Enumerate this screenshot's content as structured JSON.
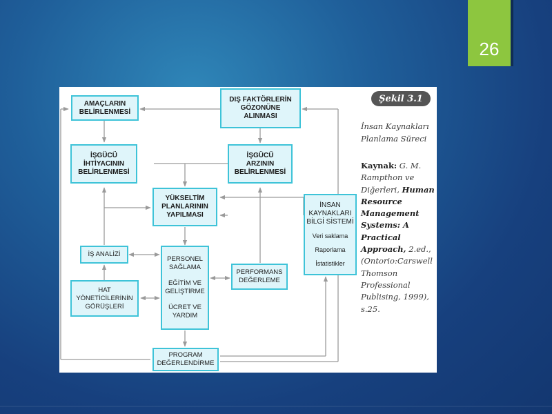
{
  "slide": {
    "page_number": "26",
    "colors": {
      "background": "#1f5f9a",
      "badge": "#8dc63f",
      "box_fill": "#dff5fa",
      "box_border": "#3ec3d8",
      "arrow": "#9a9a9a"
    }
  },
  "figure": {
    "label": "Şekil 3.1",
    "title_lines": [
      "İnsan Kaynakları",
      "Planlama Süreci"
    ],
    "source": {
      "kaynak_label": "Kaynak:",
      "authors_1": " G. M.",
      "authors_2": "Rampthon ve",
      "authors_3": "Diğerleri, ",
      "book_1": "Human",
      "book_2": "Resource",
      "book_3": "Management",
      "book_4": "Systems: A",
      "book_5": "Practical",
      "book_6": "Approach,",
      "edition": " 2.ed.,",
      "publisher_1": "(Ontorio:Carswell",
      "publisher_2": "Thomson",
      "publisher_3": "Professional",
      "publisher_4": "Publising, 1999),",
      "pages": "s.25."
    },
    "boxes": {
      "amaclarin": [
        "AMAÇLARIN",
        "BELİRLENMESİ"
      ],
      "dis_faktorler": [
        "DIŞ FAKTÖRLERİN",
        "GÖZONÜNE",
        "ALINMASI"
      ],
      "isgucu_ihtiyac": [
        "İŞGÜCÜ",
        "İHTİYACININ",
        "BELİRLENMESİ"
      ],
      "isgucu_arz": [
        "İŞGÜCÜ",
        "ARZININ",
        "BELİRLENMESİ"
      ],
      "yukseltim": [
        "YÜKSELTİM",
        "PLANLARININ",
        "YAPILMASI"
      ],
      "insan_kaynaklari": {
        "title": [
          "İNSAN",
          "KAYNAKLARI",
          "BİLGİ SİSTEMİ"
        ],
        "items": [
          "Veri saklama",
          "Raporlama",
          "İstatistikler"
        ]
      },
      "is_analizi": [
        "İŞ ANALİZİ"
      ],
      "hat_yoneticileri": [
        "HAT",
        "YÖNETİCİLERİNİN",
        "GÖRÜŞLERİ"
      ],
      "personel": {
        "groups": [
          [
            "PERSONEL",
            "SAĞLAMA"
          ],
          [
            "EĞİTİM VE",
            "GELİŞTİRME"
          ],
          [
            "ÜCRET VE",
            "YARDIM"
          ]
        ]
      },
      "performans": [
        "PERFORMANS",
        "DEĞERLEME"
      ],
      "program": [
        "PROGRAM",
        "DEĞERLENDİRME"
      ]
    }
  }
}
